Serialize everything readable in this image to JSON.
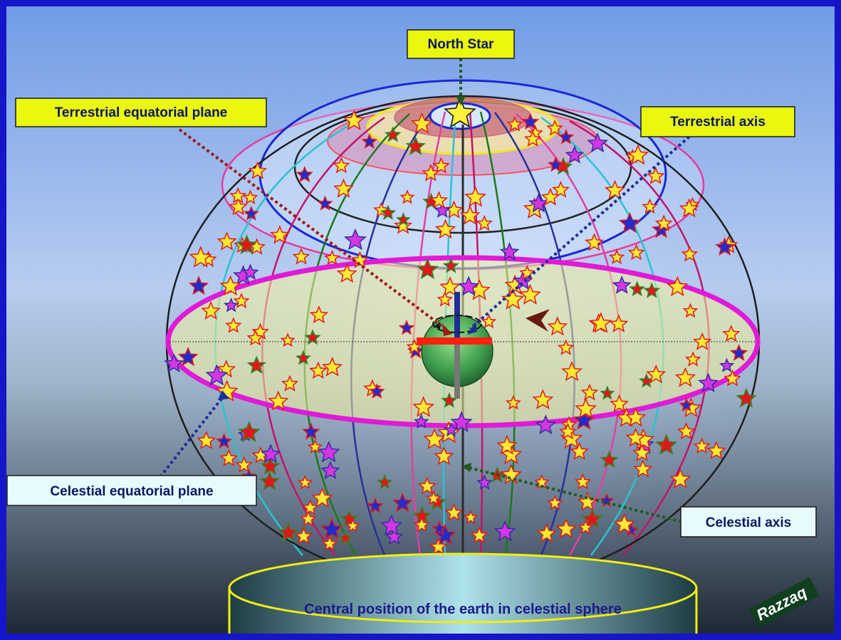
{
  "labels": {
    "north_star": "North Star",
    "terrestrial_equatorial_plane": "Terrestrial equatorial plane",
    "terrestrial_axis": "Terrestrial axis",
    "celestial_equatorial_plane": "Celestial equatorial plane",
    "celestial_axis": "Celestial axis",
    "ground_caption": "Central position of the earth in celestial sphere",
    "signature": "Razzaq"
  },
  "colors": {
    "frame": "#1515c9",
    "label_yellow_bg": "#eaf70f",
    "label_cyan_bg": "#e7fbff",
    "label_text": "#0b1760",
    "celestial_equator": "#e01ad7",
    "axis_terrestrial": "#1f2c99",
    "axis_celestial": "#2b2b2b",
    "terrestrial_equator": "#ff2010",
    "star_fill": "#ffe933",
    "star_red": "#e3161a",
    "star_blue": "#1f2bcc",
    "star_magenta": "#d635e4"
  },
  "icons": [
    "north-star-icon",
    "rotation-arrow-icon",
    "earth-globe-icon",
    "signature-logo-icon"
  ]
}
